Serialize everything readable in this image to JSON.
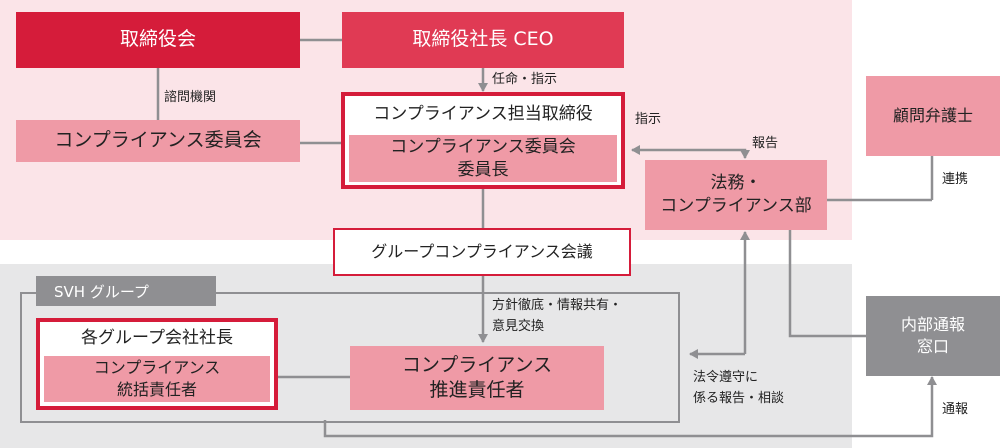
{
  "nodes": {
    "board": "取締役会",
    "president": "取締役社長 CEO",
    "committee": "コンプライアンス委員会",
    "officer_title": "コンプライアンス担当取締役",
    "officer_role": [
      "コンプライアンス委員会",
      "委員長"
    ],
    "group_meeting": "グループコンプライアンス会議",
    "legal": [
      "法務・",
      "コンプライアンス部"
    ],
    "lawyer": "顧問弁護士",
    "hotline": [
      "内部通報",
      "窓口"
    ],
    "svh_group": "SVH グループ",
    "company_president": "各グループ会社社長",
    "company_role": [
      "コンプライアンス",
      "統括責任者"
    ],
    "promoter": [
      "コンプライアンス",
      "推進責任者"
    ]
  },
  "edge_labels": {
    "advisory": "諮問機関",
    "appoint": "任命・指示",
    "instruct": "指示",
    "report": "報告",
    "cooperate": "連携",
    "policy": [
      "方針徹底・情報共有・",
      "意見交換"
    ],
    "consult": [
      "法令遵守に",
      "係る報告・相談"
    ],
    "whistle": "通報"
  },
  "colors": {
    "top_bg": "#fbe4e8",
    "bottom_bg": "#e7e7e8",
    "red": "#d51c3a",
    "crimson": "#e03a54",
    "pink": "#ef9aa6",
    "grey": "#8f8f92"
  }
}
